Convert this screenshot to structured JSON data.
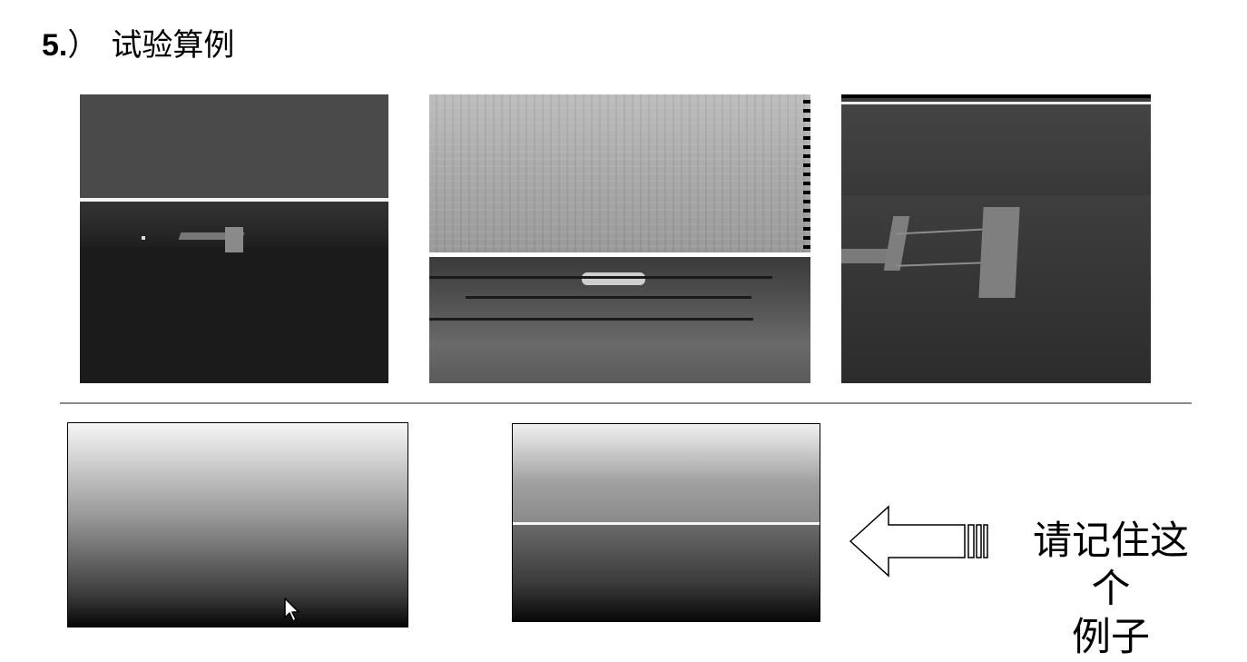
{
  "heading": {
    "number": "5.",
    "paren": "）",
    "title": "试验算例"
  },
  "note": {
    "line1": "请记住这个",
    "line2": "例子"
  },
  "icons": {
    "pointer": "cursor-arrow-icon",
    "arrow": "left-arrow-icon"
  }
}
